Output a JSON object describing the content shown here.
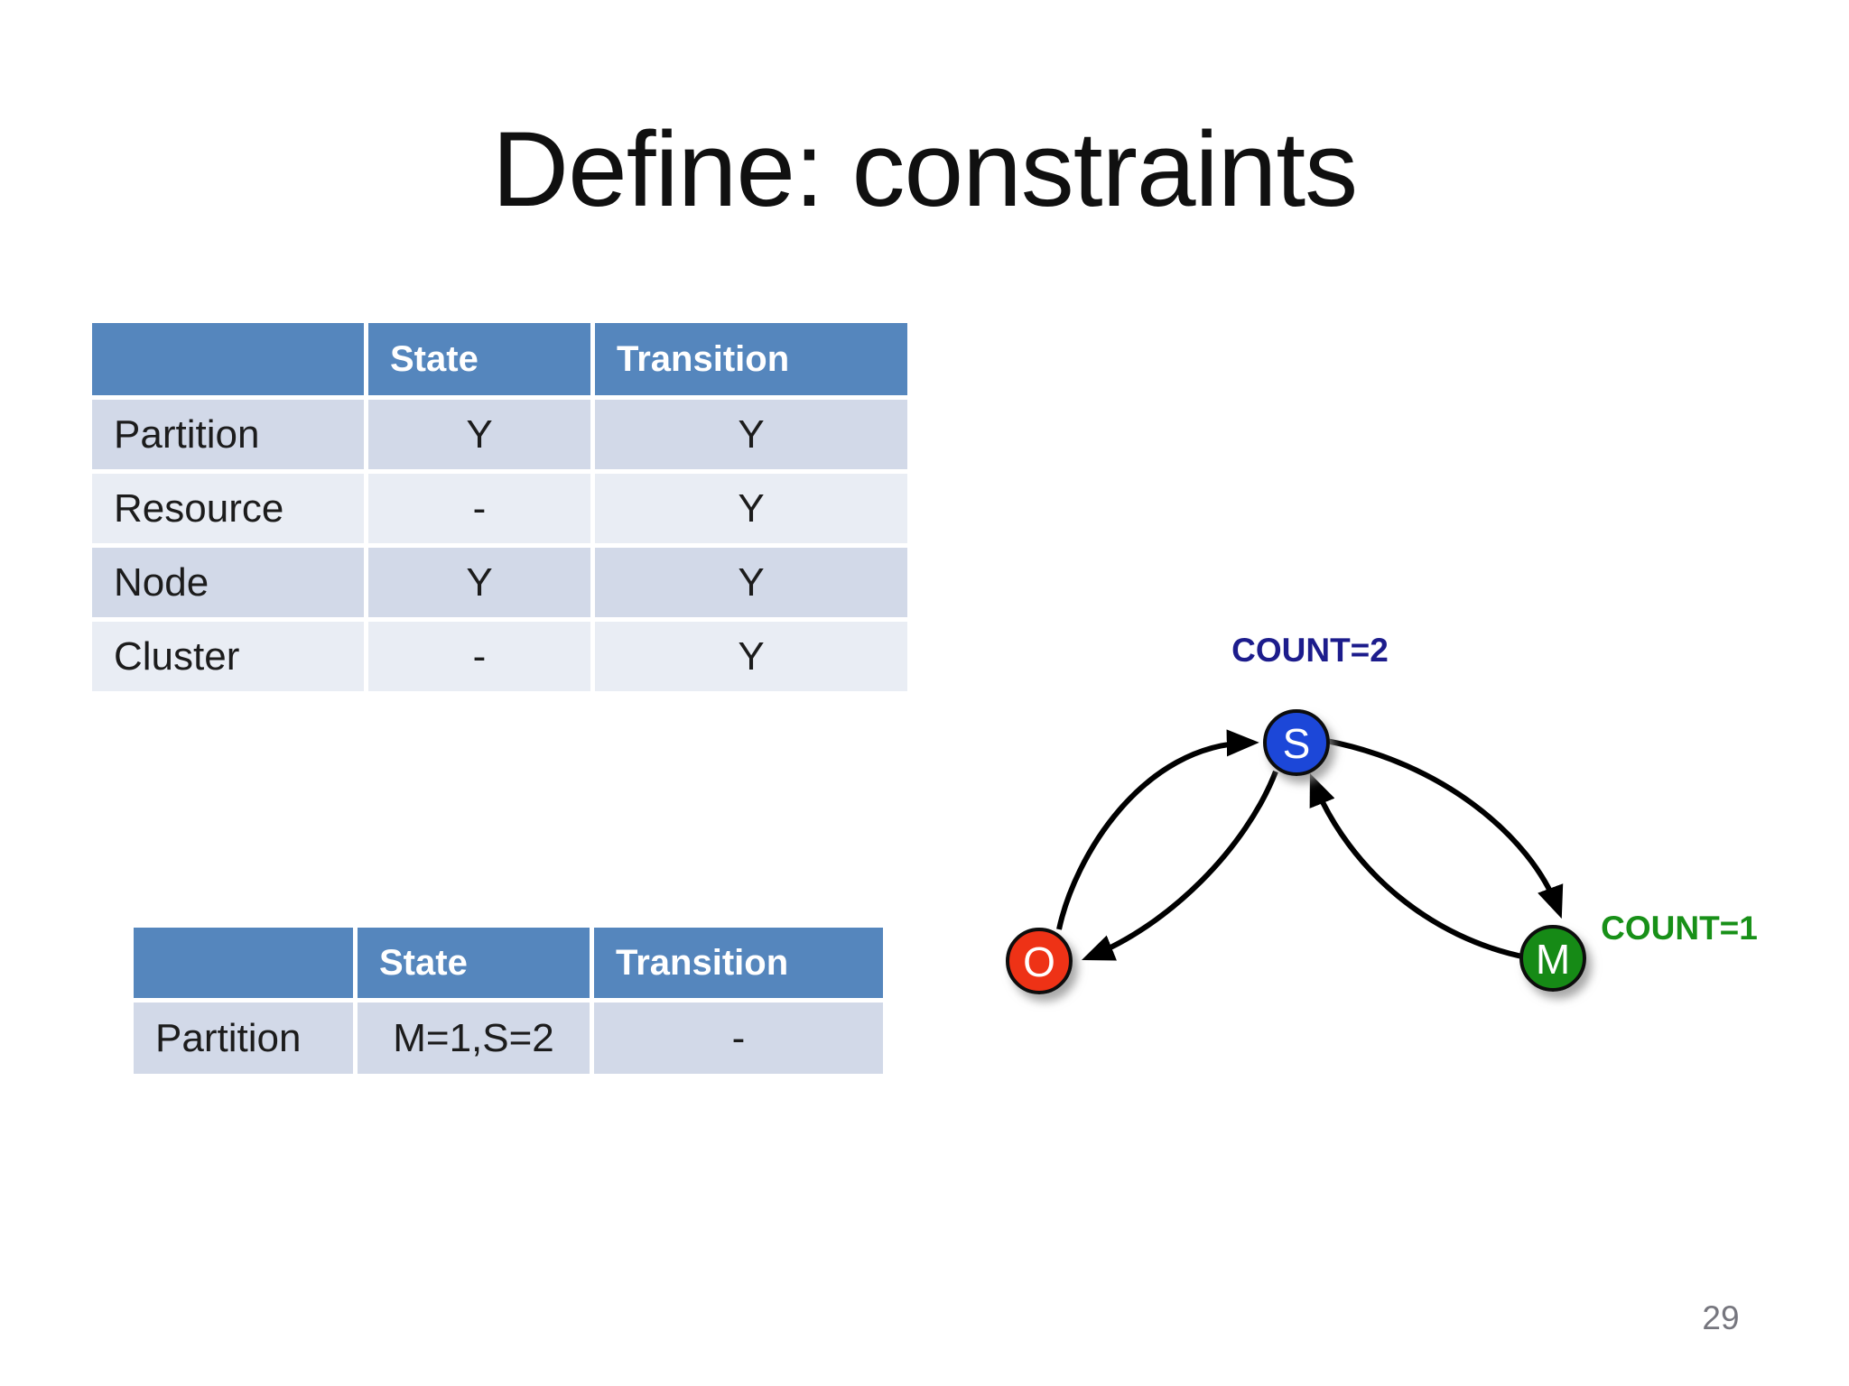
{
  "slide": {
    "title": "Define: constraints",
    "page_number": "29"
  },
  "colors": {
    "table_header_bg": "#5586BD",
    "table_row_dark": "#D2D9E8",
    "table_row_light": "#E9EDF4",
    "node_s": "#1A47D8",
    "node_o": "#EE3014",
    "node_m": "#178A17",
    "count2": "#1C1C8C",
    "count1": "#189018"
  },
  "constraint_table": {
    "headers": [
      "",
      "State",
      "Transition"
    ],
    "rows": [
      {
        "label": "Partition",
        "state": "Y",
        "transition": "Y"
      },
      {
        "label": "Resource",
        "state": "-",
        "transition": "Y"
      },
      {
        "label": "Node",
        "state": "Y",
        "transition": "Y"
      },
      {
        "label": "Cluster",
        "state": "-",
        "transition": "Y"
      }
    ]
  },
  "value_table": {
    "headers": [
      "",
      "State",
      "Transition"
    ],
    "rows": [
      {
        "label": "Partition",
        "state": "M=1,S=2",
        "transition": "-"
      }
    ]
  },
  "diagram": {
    "nodes": [
      {
        "id": "S",
        "label": "S",
        "color": "#1A47D8"
      },
      {
        "id": "O",
        "label": "O",
        "color": "#EE3014"
      },
      {
        "id": "M",
        "label": "M",
        "color": "#178A17"
      }
    ],
    "edges": [
      {
        "from": "O",
        "to": "S"
      },
      {
        "from": "S",
        "to": "O"
      },
      {
        "from": "S",
        "to": "M"
      },
      {
        "from": "M",
        "to": "S"
      }
    ],
    "annotations": [
      {
        "text": "COUNT=2",
        "color": "#1C1C8C"
      },
      {
        "text": "COUNT=1",
        "color": "#189018"
      }
    ]
  }
}
